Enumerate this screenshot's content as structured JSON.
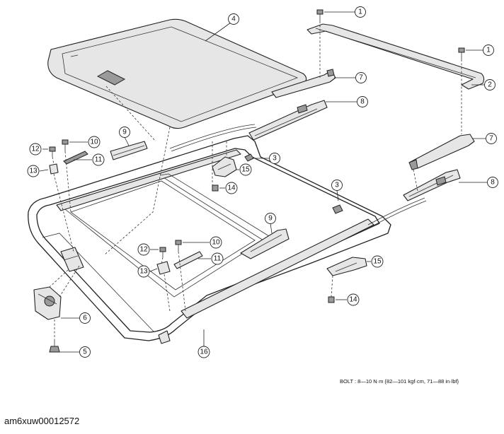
{
  "diagram": {
    "callouts": [
      {
        "id": "c1a",
        "label": "1"
      },
      {
        "id": "c1b",
        "label": "1"
      },
      {
        "id": "c2",
        "label": "2"
      },
      {
        "id": "c3a",
        "label": "3"
      },
      {
        "id": "c3b",
        "label": "3"
      },
      {
        "id": "c4",
        "label": "4"
      },
      {
        "id": "c5",
        "label": "5"
      },
      {
        "id": "c6",
        "label": "6"
      },
      {
        "id": "c7a",
        "label": "7"
      },
      {
        "id": "c7b",
        "label": "7"
      },
      {
        "id": "c8a",
        "label": "8"
      },
      {
        "id": "c8b",
        "label": "8"
      },
      {
        "id": "c9a",
        "label": "9"
      },
      {
        "id": "c9b",
        "label": "9"
      },
      {
        "id": "c10a",
        "label": "10"
      },
      {
        "id": "c10b",
        "label": "10"
      },
      {
        "id": "c11a",
        "label": "11"
      },
      {
        "id": "c11b",
        "label": "11"
      },
      {
        "id": "c12a",
        "label": "12"
      },
      {
        "id": "c12b",
        "label": "12"
      },
      {
        "id": "c13a",
        "label": "13"
      },
      {
        "id": "c13b",
        "label": "13"
      },
      {
        "id": "c14a",
        "label": "14"
      },
      {
        "id": "c14b",
        "label": "14"
      },
      {
        "id": "c15a",
        "label": "15"
      },
      {
        "id": "c15b",
        "label": "15"
      },
      {
        "id": "c16",
        "label": "16"
      }
    ],
    "bolt_spec": "BOLT : 8—10 N·m {82—101 kgf·cm, 71—88 in·lbf}",
    "figure_id": "am6xuw00012572"
  }
}
